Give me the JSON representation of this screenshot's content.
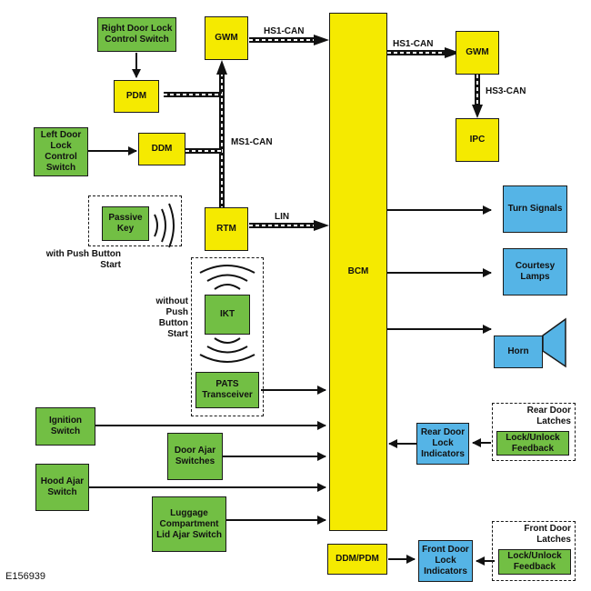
{
  "boxes": {
    "right_door_switch": "Right Door Lock Control Switch",
    "gwm_left": "GWM",
    "pdm": "PDM",
    "left_door_switch": "Left Door Lock Control Switch",
    "ddm": "DDM",
    "passive_key": "Passive Key",
    "rtm": "RTM",
    "ikt": "IKT",
    "pats": "PATS Transceiver",
    "ignition": "Ignition Switch",
    "door_ajar": "Door Ajar Switches",
    "hood_ajar": "Hood Ajar Switch",
    "luggage": "Luggage Compartment Lid Ajar Switch",
    "bcm": "BCM",
    "gwm_right": "GWM",
    "ipc": "IPC",
    "turn_signals": "Turn Signals",
    "courtesy_lamps": "Courtesy Lamps",
    "horn": "Horn",
    "rear_indicators": "Rear Door Lock Indicators",
    "rear_feedback": "Lock/Unlock Feedback",
    "ddm_pdm": "DDM/PDM",
    "front_indicators": "Front Door Lock Indicators",
    "front_feedback": "Lock/Unlock Feedback"
  },
  "labels": {
    "hs1_can_left": "HS1-CAN",
    "hs1_can_right": "HS1-CAN",
    "hs3_can": "HS3-CAN",
    "ms1_can": "MS1-CAN",
    "lin": "LIN",
    "with_push": "with Push Button Start",
    "without_push": "without Push Button Start",
    "rear_latches": "Rear Door Latches",
    "front_latches": "Front Door Latches"
  },
  "figure_id": "E156939",
  "colors": {
    "module": "#f5ea00",
    "input": "#72bf44",
    "output": "#55b4e6"
  }
}
